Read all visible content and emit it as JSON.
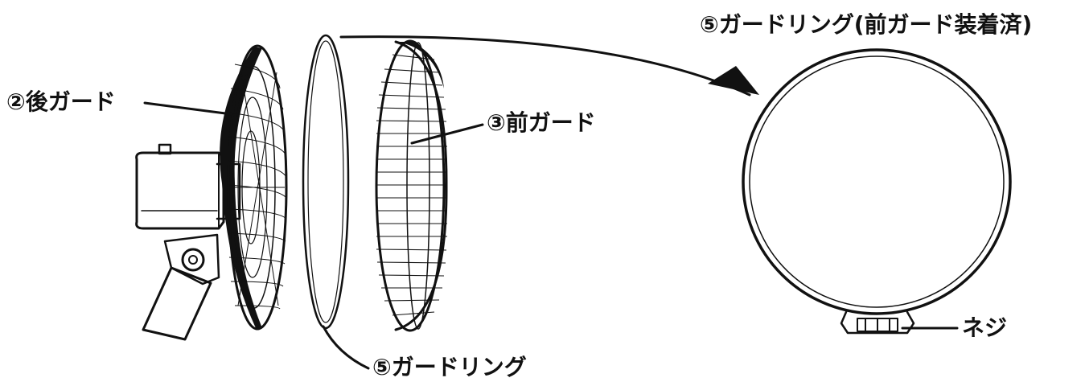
{
  "labels": {
    "rear_guard": "②後ガード",
    "front_guard": "③前ガード",
    "guard_ring": "⑤ガードリング",
    "guard_ring_attached": "⑤ガードリング(前ガード装着済)",
    "screw": "ネジ"
  },
  "colors": {
    "ink": "#111111",
    "paper": "#ffffff"
  }
}
